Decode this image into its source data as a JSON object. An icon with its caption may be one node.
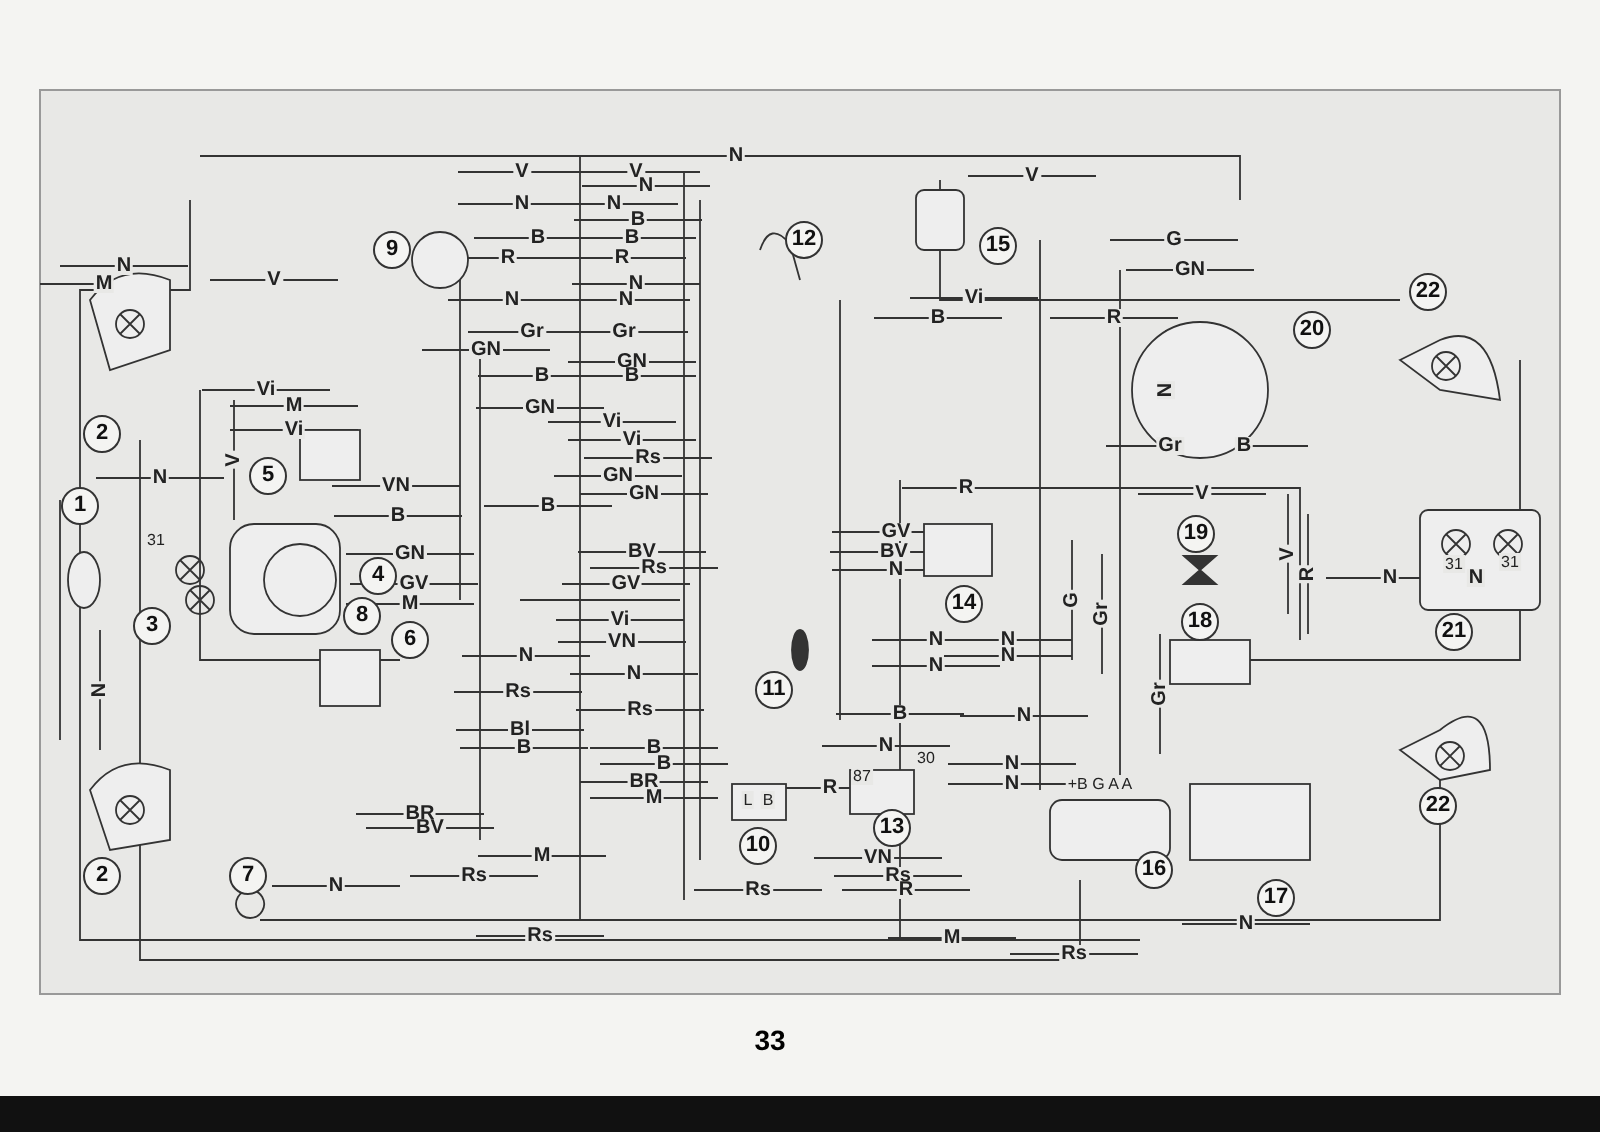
{
  "diagram": {
    "labels": [
      "N",
      "V",
      "V",
      "V",
      "N",
      "N",
      "N",
      "B",
      "B",
      "B",
      "G",
      "9",
      "12",
      "15",
      "R",
      "R",
      "N",
      "GN",
      "V",
      "M",
      "N",
      "22",
      "Vi",
      "N",
      "N",
      "B",
      "R",
      "20",
      "Gr",
      "Gr",
      "GN",
      "GN",
      "B",
      "B",
      "Vi",
      "N",
      "M",
      "GN",
      "Vi",
      "Vi",
      "2",
      "Vi",
      "Gr",
      "B",
      "Rs",
      "V",
      "GN",
      "5",
      "N",
      "VN",
      "GN",
      "R",
      "V",
      "B",
      "1",
      "B",
      "GV",
      "19",
      "31",
      "BV",
      "BV",
      "GN",
      "V",
      "31",
      "31",
      "Rs",
      "N",
      "R",
      "4",
      "N",
      "N",
      "GV",
      "GV",
      "G",
      "M",
      "14",
      "8",
      "Gr",
      "Vi",
      "18",
      "3",
      "21",
      "N",
      "6",
      "VN",
      "N",
      "N",
      "N",
      "N",
      "N",
      "N",
      "11",
      "Rs",
      "Gr",
      "Rs",
      "B",
      "N",
      "Bl",
      "B",
      "B",
      "N",
      "30",
      "B",
      "N",
      "87",
      "BR",
      "N",
      "+B G A A",
      "R",
      "M",
      "L",
      "B",
      "22",
      "BR",
      "BV",
      "13",
      "10",
      "M",
      "VN",
      "16",
      "Rs",
      "Rs",
      "2",
      "7",
      "N",
      "Rs",
      "R",
      "17",
      "N",
      "Rs",
      "M",
      "Rs",
      "33"
    ]
  }
}
